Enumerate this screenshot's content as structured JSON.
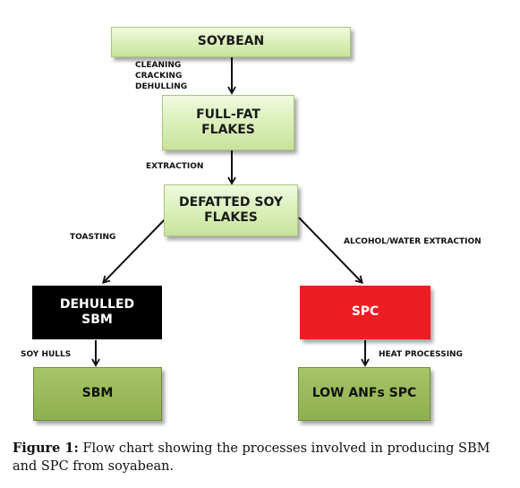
{
  "nodes": {
    "soybean": "SOYBEAN",
    "full_fat_flakes": "FULL-FAT\nFLAKES",
    "defatted_soy_flakes": "DEFATTED SOY\nFLAKES",
    "dehulled_sbm": "DEHULLED\nSBM",
    "spc": "SPC",
    "sbm": "SBM",
    "low_anfs_spc": "LOW ANFs SPC"
  },
  "edge_labels": {
    "cleaning_cracking_dehulling": "CLEANING\nCRACKING\nDEHULLING",
    "extraction": "EXTRACTION",
    "toasting": "TOASTING",
    "alcohol_water_extraction": "ALCOHOL/WATER EXTRACTION",
    "soy_hulls": "SOY HULLS",
    "heat_processing": "HEAT PROCESSING"
  },
  "caption": {
    "label": "Figure 1:",
    "text": " Flow chart showing the processes involved in producing SBM and SPC from soyabean."
  },
  "colors": {
    "light_green_box": "#d9eeb6",
    "dark_green_box": "#8fb04f",
    "black_box": "#000000",
    "red_box": "#ee1c24",
    "arrow": "#111111"
  }
}
